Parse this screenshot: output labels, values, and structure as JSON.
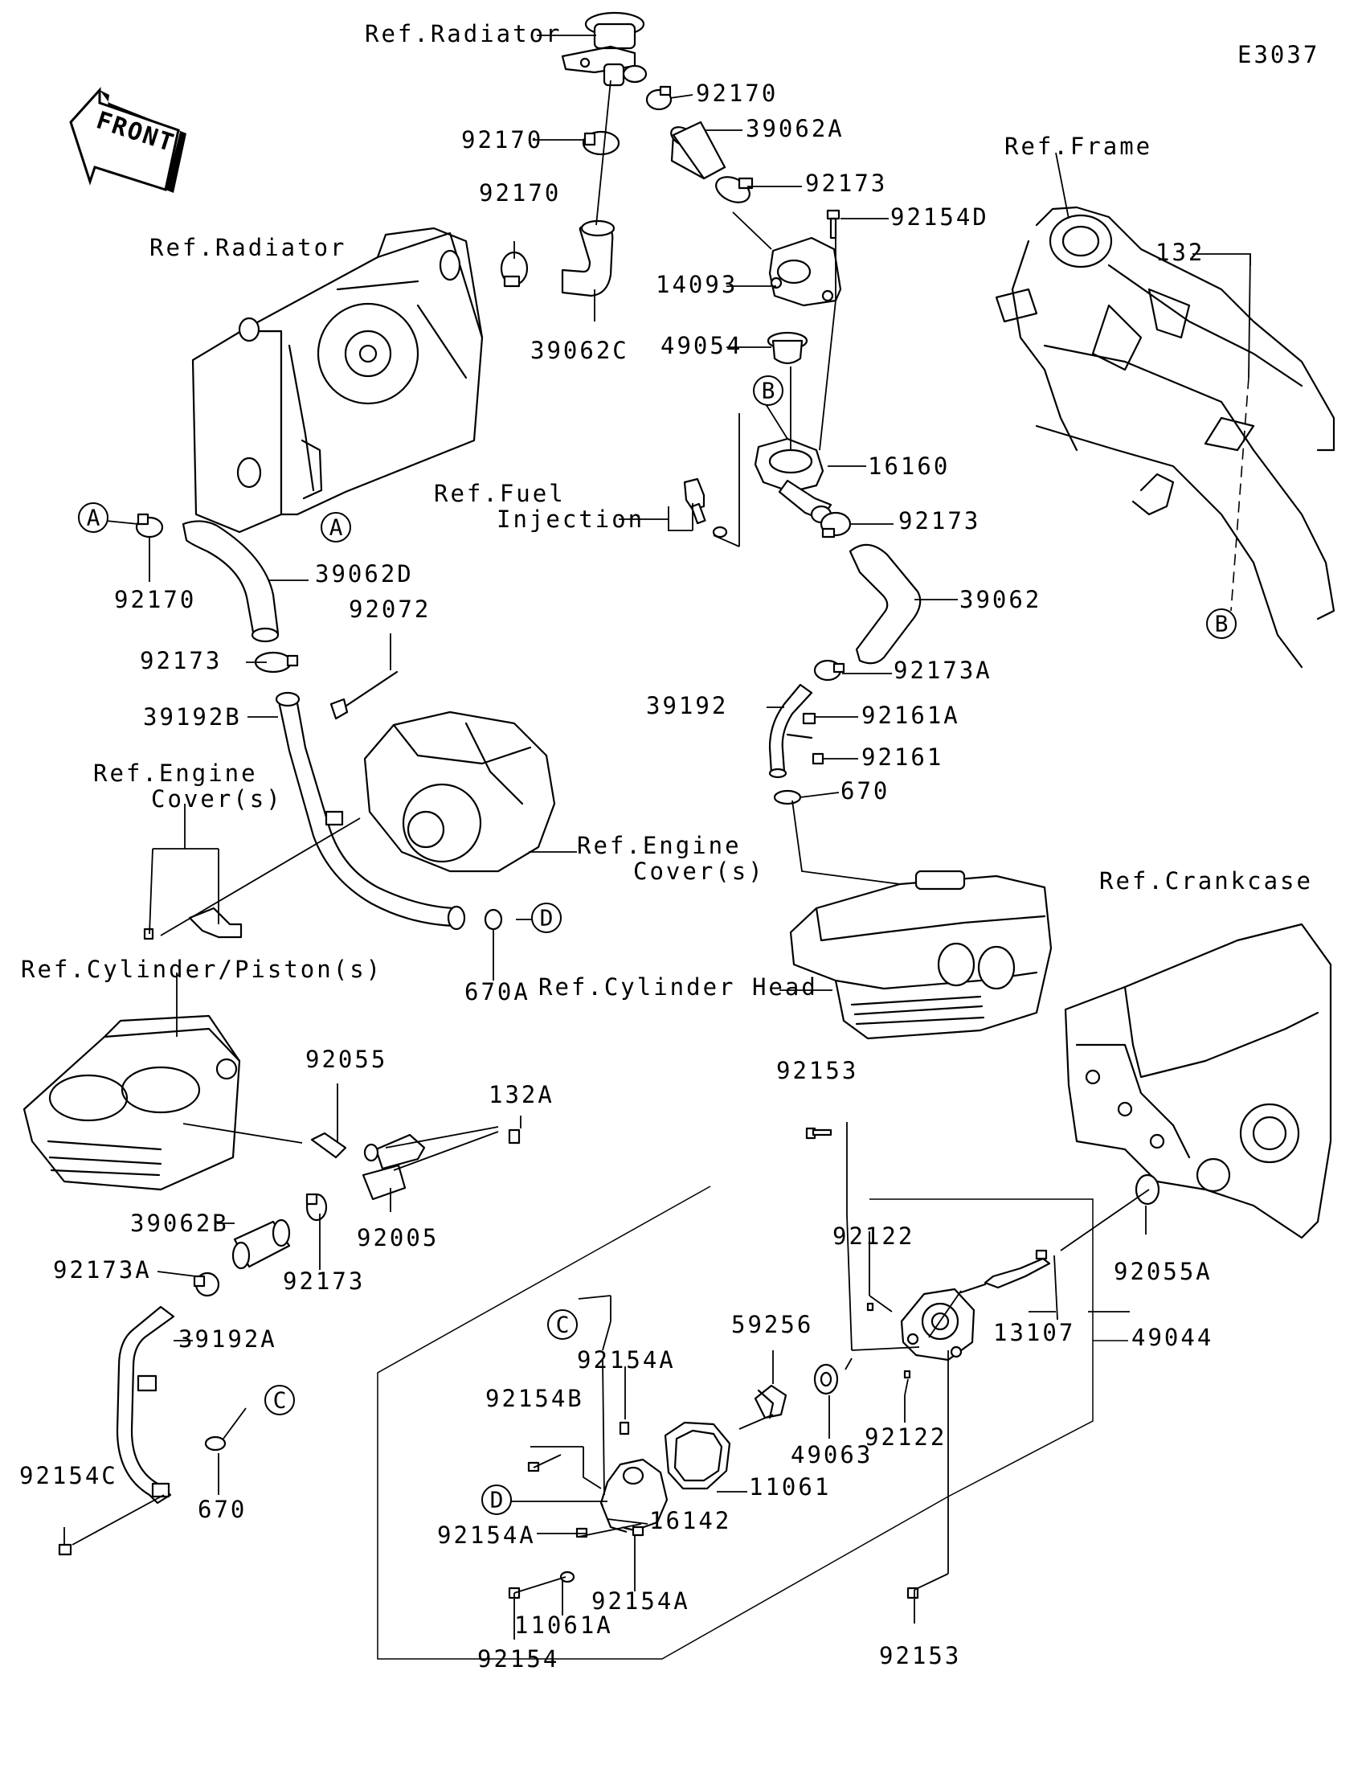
{
  "diagram_code": "E3037",
  "front_arrow": {
    "text": "FRONT",
    "icon": "front-arrow-icon"
  },
  "references": {
    "radiator_top": "Ref.Radiator",
    "radiator": "Ref.Radiator",
    "frame": "Ref.Frame",
    "fuel_injection_line1": "Ref.Fuel",
    "fuel_injection_line2": "Injection",
    "engine_cover_left_line1": "Ref.Engine",
    "engine_cover_left_line2": "Cover(s)",
    "engine_cover_right_line1": "Ref.Engine",
    "engine_cover_right_line2": "Cover(s)",
    "crankcase": "Ref.Crankcase",
    "cylinder_head": "Ref.Cylinder Head",
    "cylinder_piston": "Ref.Cylinder/Piston(s)"
  },
  "callouts": [
    "A",
    "A",
    "B",
    "B",
    "C",
    "C",
    "D",
    "D"
  ],
  "part_labels": [
    "92170",
    "92170",
    "39062A",
    "92173",
    "92170",
    "92154D",
    "14093",
    "39062C",
    "132",
    "49054",
    "16160",
    "92173",
    "39062",
    "92170",
    "39062D",
    "92072",
    "92173",
    "39192B",
    "92173A",
    "39192",
    "92161A",
    "92161",
    "670",
    "670A",
    "92055",
    "132A",
    "92005",
    "39062B",
    "92173A",
    "92173",
    "92153",
    "92122",
    "92055A",
    "13107",
    "49044",
    "39192A",
    "59256",
    "92154A",
    "92154B",
    "49063",
    "92122",
    "11061",
    "92154C",
    "670",
    "16142",
    "92154A",
    "92154A",
    "11061A",
    "92154",
    "92153"
  ]
}
